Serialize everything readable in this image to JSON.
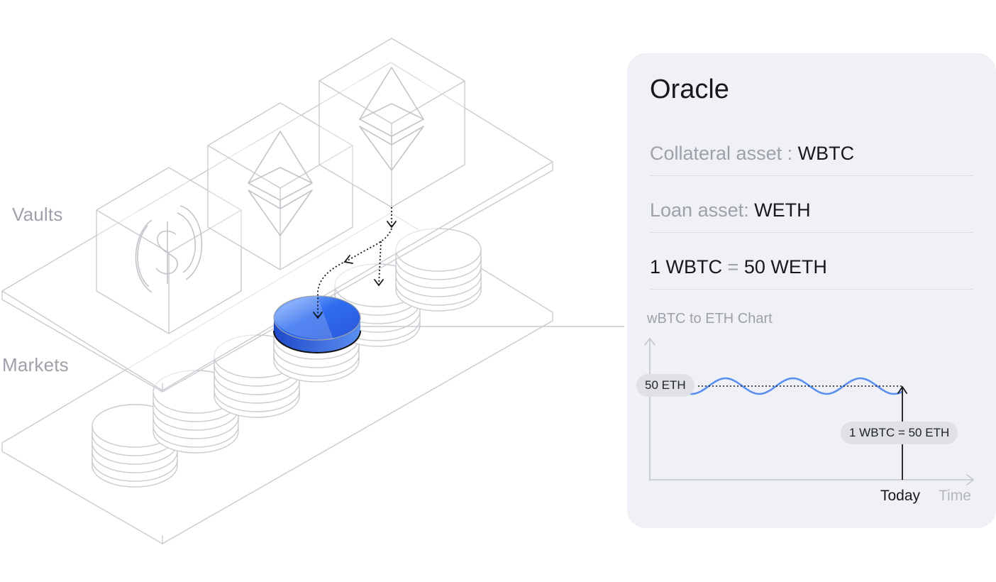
{
  "diagram": {
    "vaults_label": "Vaults",
    "markets_label": "Markets",
    "vault_icons": [
      "usdc-coin-icon",
      "ethereum-icon",
      "ethereum-icon"
    ],
    "highlight_color": "#2f6df0"
  },
  "oracle_card": {
    "title": "Oracle",
    "collateral_label": "Collateral asset :",
    "collateral_value": "WBTC",
    "loan_label": "Loan asset:",
    "loan_value": "WETH",
    "rate_lhs": "1 WBTC",
    "rate_eq": "=",
    "rate_rhs": "50 WETH"
  },
  "chart_data": {
    "type": "line",
    "title": "wBTC to ETH Chart",
    "xlabel": "Time",
    "x_marker_label": "Today",
    "reference_label": "50 ETH",
    "annotation": "1 WBTC = 50 ETH",
    "reference_value": 50,
    "series_color": "#5b8ff0"
  }
}
